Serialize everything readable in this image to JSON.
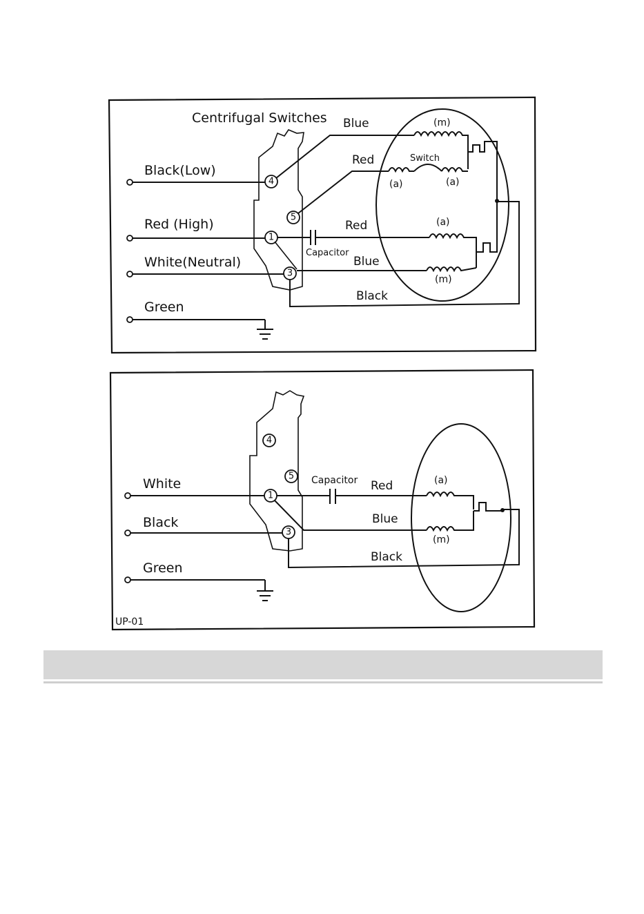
{
  "diagram1": {
    "title": "Centrifugal Switches",
    "inputs": [
      "Black(Low)",
      "Red (High)",
      "White(Neutral)",
      "Green"
    ],
    "wires": {
      "blue_top": "Blue",
      "red_top": "Red",
      "red_mid": "Red",
      "blue_mid": "Blue",
      "black_bottom": "Black"
    },
    "capacitor": "Capacitor",
    "switch": "Switch",
    "winding_m": "(m)",
    "winding_a": "(a)",
    "terminals": [
      "4",
      "5",
      "1",
      "3"
    ]
  },
  "diagram2": {
    "inputs": [
      "White",
      "Black",
      "Green"
    ],
    "wires": {
      "red": "Red",
      "blue": "Blue",
      "black": "Black"
    },
    "capacitor": "Capacitor",
    "winding_a": "(a)",
    "winding_m": "(m)",
    "terminals": [
      "4",
      "5",
      "1",
      "3"
    ],
    "model": "UP-01"
  }
}
